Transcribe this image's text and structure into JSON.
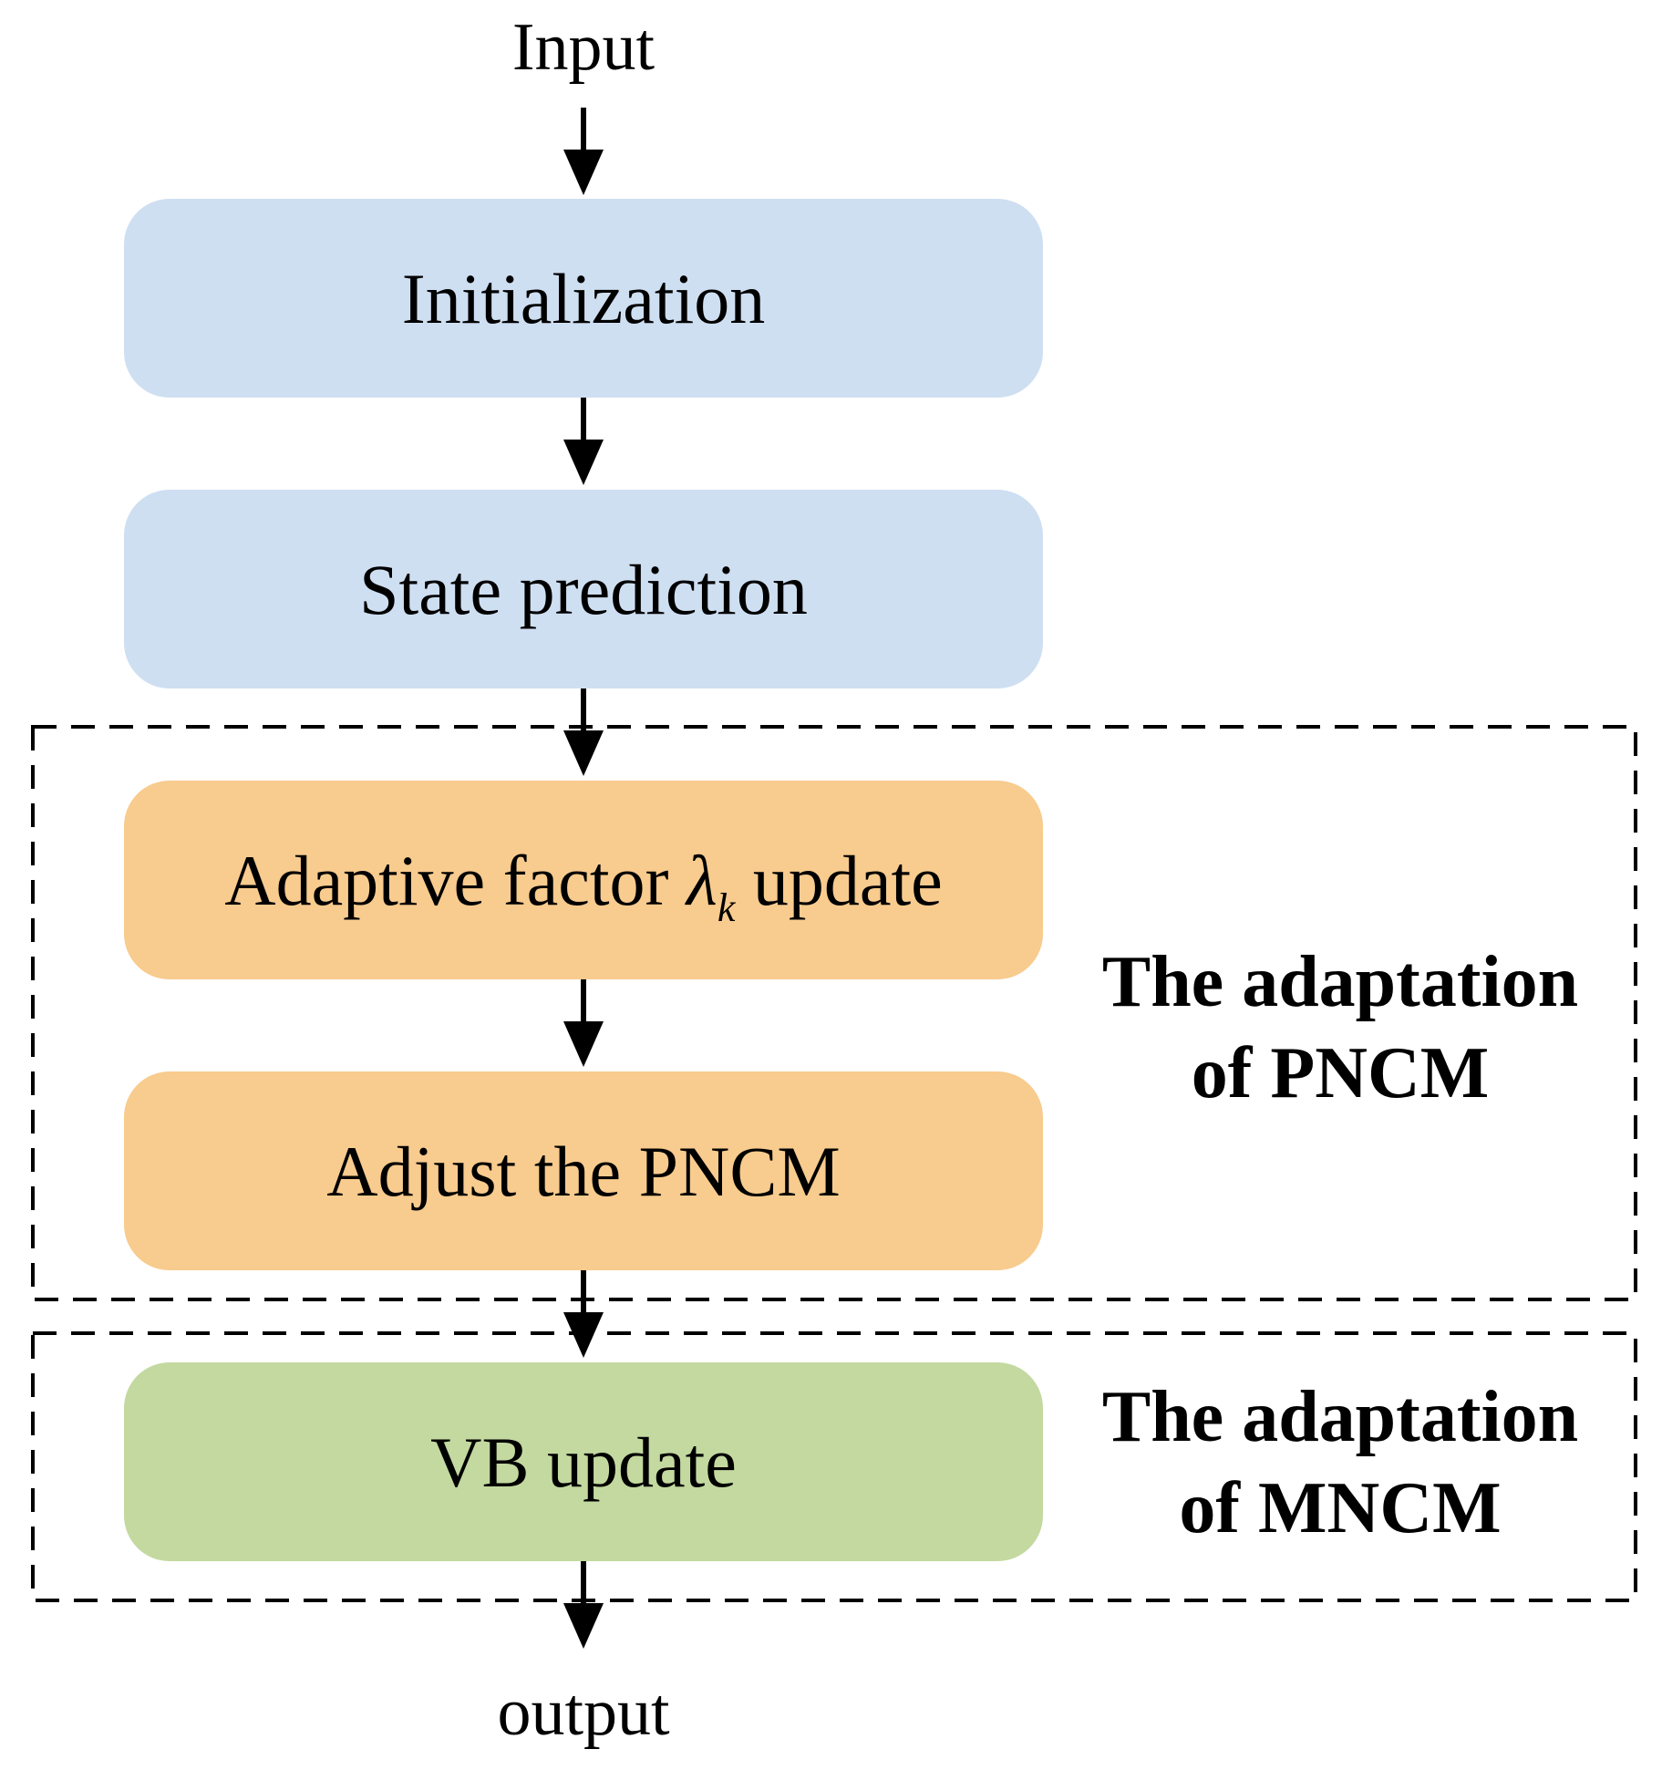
{
  "input_label": "Input",
  "output_label": "output",
  "steps": [
    {
      "id": "initialization",
      "label": "Initialization",
      "color": "#cfdff2"
    },
    {
      "id": "state-prediction",
      "label": "State prediction",
      "color": "#cfdff2"
    },
    {
      "id": "adaptive-factor-update",
      "label_before": "Adaptive factor ",
      "symbol": "λ",
      "subscript": "k",
      "label_after": " update",
      "color": "#f8cb8e"
    },
    {
      "id": "adjust-pncm",
      "label": "Adjust the PNCM",
      "color": "#f8cb8e"
    },
    {
      "id": "vb-update",
      "label": "VB update",
      "color": "#c3d9a0"
    }
  ],
  "groups": [
    {
      "id": "pncm",
      "line1": "The adaptation",
      "line2": "of PNCM"
    },
    {
      "id": "mncm",
      "line1": "The adaptation",
      "line2": "of MNCM"
    }
  ]
}
